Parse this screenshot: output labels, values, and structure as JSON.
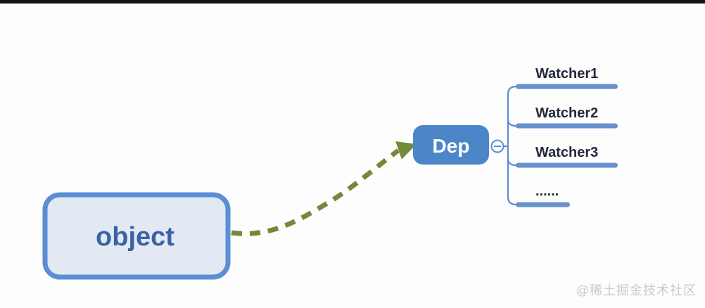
{
  "page": {
    "background": "#fdfdfd",
    "top_bar_color": "#141414"
  },
  "diagram": {
    "object_node": {
      "label": "object",
      "fill": "#e3e9f3",
      "border": "#5b8ed4",
      "text_color": "#3a63a5"
    },
    "arrow": {
      "style": "dashed",
      "color": "#75893a"
    },
    "dep_node": {
      "label": "Dep",
      "fill": "#4c86c8",
      "text_color": "#ffffff"
    },
    "collapse_icon": {
      "symbol": "minus",
      "ring_color": "#5b8ed4",
      "fill": "#ffffff"
    },
    "watchers": {
      "connector_color": "#5b8ed4",
      "bar_color": "#6790ce",
      "label_color": "#23283a",
      "items": [
        {
          "label": "Watcher1"
        },
        {
          "label": "Watcher2"
        },
        {
          "label": "Watcher3"
        },
        {
          "label": "......"
        }
      ]
    }
  },
  "watermark": {
    "text": "@稀土掘金技术社区",
    "color": "#c9c9c9"
  }
}
